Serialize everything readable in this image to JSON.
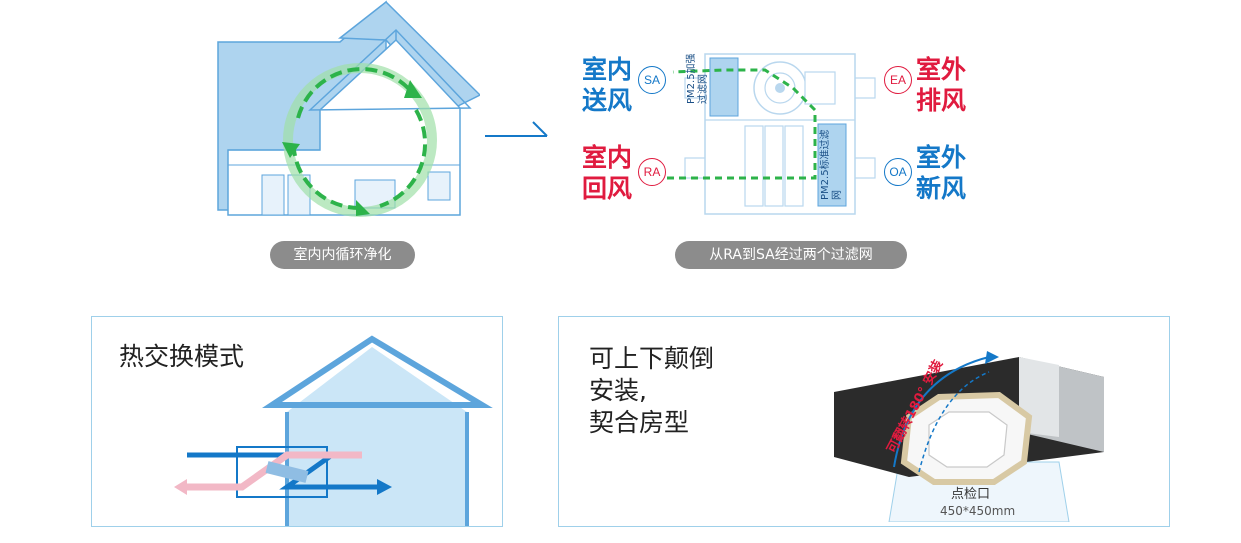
{
  "top_left": {
    "caption": "室内内循环净化"
  },
  "top_right": {
    "caption": "从RA到SA经过两个过滤网",
    "supply": {
      "line1": "室内",
      "line2": "送风",
      "badge": "SA"
    },
    "return": {
      "line1": "室内",
      "line2": "回风",
      "badge": "RA"
    },
    "exhaust": {
      "line1": "室外",
      "line2": "排风",
      "badge": "EA"
    },
    "fresh": {
      "line1": "室外",
      "line2": "新风",
      "badge": "OA"
    },
    "filter_top": "PM2.5加强过滤网",
    "filter_bottom": "PM2.5标准过滤网"
  },
  "bottom_left": {
    "title": "热交换模式"
  },
  "bottom_right": {
    "title_lines": [
      "可上下颠倒",
      "安装,",
      "契合房型"
    ],
    "rotate_label": "可翻转180° 安装",
    "hatch_label": "点检口",
    "hatch_size": "450*450mm"
  },
  "colors": {
    "blue": "#1478c8",
    "red": "#e01b3f",
    "green": "#2db34a",
    "house_blue": "#aed4ef",
    "caption_gray": "#8c8c8c"
  }
}
